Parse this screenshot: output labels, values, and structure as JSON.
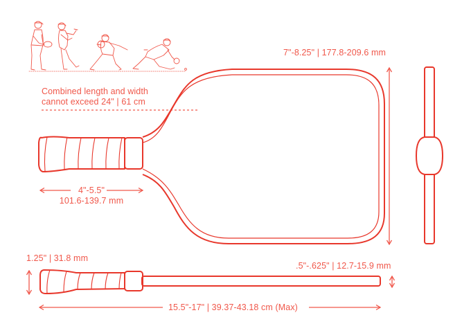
{
  "diagram": {
    "title": "Pickleball paddle dimensions",
    "colors": {
      "stroke": "#e8372b",
      "dimension": "#f0574a",
      "background": "#ffffff"
    },
    "figures": {
      "players_illustration": "four pickleball players in action poses",
      "paddle_front_view": "paddle face with wrapped grip",
      "paddle_side_view": "paddle edge profile",
      "paddle_top_view": "paddle thickness profile"
    },
    "annotations": {
      "combined_note_line1": "Combined length and width",
      "combined_note_line2": "cannot exceed 24\" | 61 cm",
      "width": "7\"-8.25\" | 177.8-209.6 mm",
      "grip_length_imperial": "4\"-5.5\"",
      "grip_length_metric": "101.6-139.7 mm",
      "grip_diameter": "1.25\" | 31.8 mm",
      "thickness": ".5\"-.625\" | 12.7-15.9 mm",
      "total_length": "15.5\"-17\" | 39.37-43.18 cm (Max)"
    }
  }
}
